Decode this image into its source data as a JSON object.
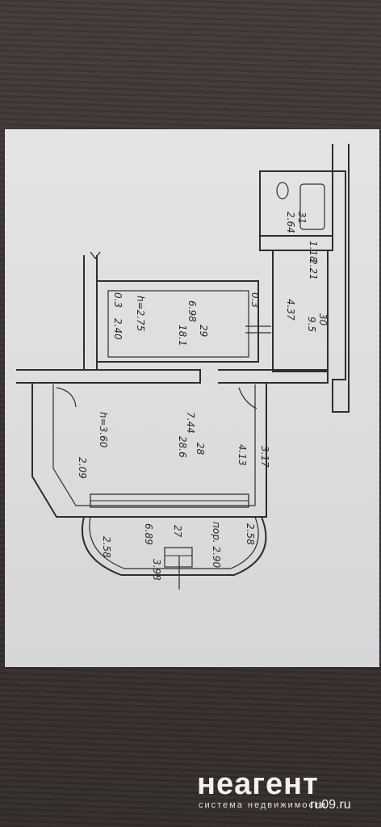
{
  "brand": {
    "logo": "неагент",
    "tagline": "система недвижимости",
    "site": "ru09.ru"
  },
  "plan_labels": {
    "room_31_num": "31",
    "room_31_area": "2.64",
    "room_31_h": "1.18",
    "room_30_w": "2.21",
    "room_30_num": "30",
    "room_30_area": "9.5",
    "room_30_len": "4.37",
    "room_29_w": "6.98",
    "room_29_num": "29",
    "room_29_area": "18.1",
    "room_29_height": "h=2.75",
    "room_29_side": "2.40",
    "room_29_t1": "0.3",
    "room_29_t2": "0.3",
    "room_28_w": "7.44",
    "room_28_num": "28",
    "room_28_area": "28.6",
    "room_28_len": "4.13",
    "room_28_height": "h=3.60",
    "room_28_d1": "2.09",
    "room_28_d2": "3.17",
    "balcony_w": "6.89",
    "balcony_num": "27",
    "balcony_name": "пор. 2.90",
    "balcony_l": "2.58",
    "balcony_r": "2.58",
    "balcony_b": "3.98"
  }
}
